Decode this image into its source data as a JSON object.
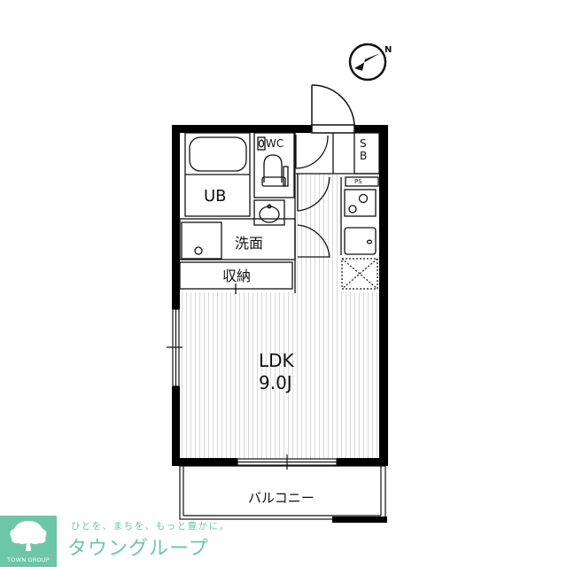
{
  "floorplan": {
    "compass": {
      "label": "N",
      "icon": "north-arrow-icon"
    },
    "rooms": {
      "ub": {
        "label": "UB"
      },
      "wc": {
        "label": "WC"
      },
      "sb": {
        "label_line1": "S",
        "label_line2": "B"
      },
      "ps": {
        "label": "PS"
      },
      "washroom": {
        "label": "洗面"
      },
      "storage": {
        "label": "収納"
      },
      "ldk": {
        "label": "LDK",
        "size": "9.0J"
      },
      "balcony": {
        "label": "バルコニー"
      }
    },
    "colors": {
      "wall": "#000000",
      "line": "#222222",
      "floor_stripe": "#d8d8d8",
      "background": "#ffffff"
    }
  },
  "branding": {
    "logo_text": "TOWN GROUP",
    "tagline": "ひとを、まちを、もっと豊かに。",
    "name": "タウングループ",
    "color": "#6ec6a8"
  }
}
